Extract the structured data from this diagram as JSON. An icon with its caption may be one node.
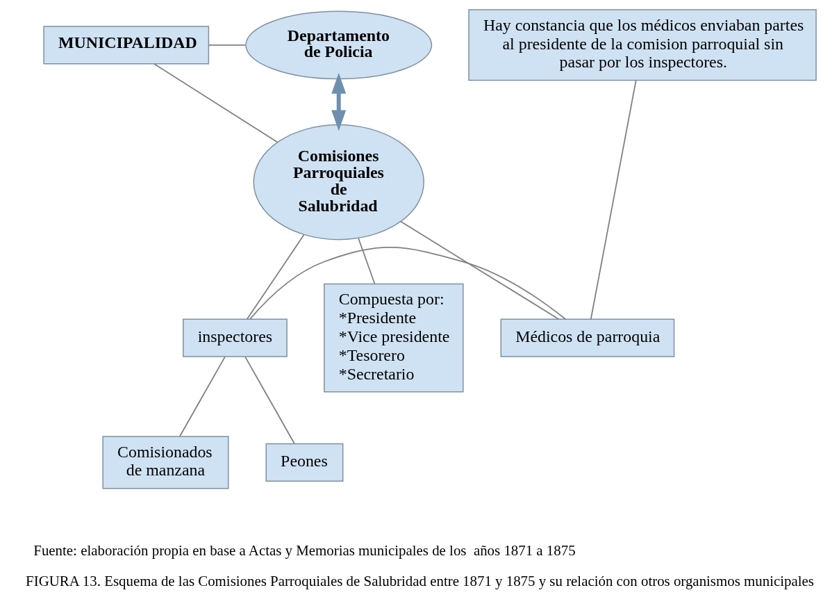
{
  "diagram": {
    "caption": "FIGURA 13. Esquema de las Comisiones Parroquiales de Salubridad entre 1871 y 1875 y su relación con otros organismos municipales",
    "nodes": [
      {
        "text": [
          "MUNICIPALIDAD"
        ]
      },
      {
        "text": [
          "Departamento de Policia"
        ]
      },
      {
        "text": [
          "Hay constancia que los médicos enviaban partes al presidente de la comision parroquial sin pasar por los inspectores."
        ]
      },
      {
        "text": [
          "Comisiones Parroquiales de Salubridad"
        ]
      },
      {
        "text": [
          "Compuesta por:",
          "*Presidente",
          "*Vice presidente",
          "*Tesorero",
          "*Secretario"
        ]
      },
      {
        "text": [
          "Médicos de parroquia"
        ]
      },
      {
        "text": [
          "inspectores"
        ]
      },
      {
        "text": [
          "Comisionados de manzana"
        ]
      },
      {
        "text": [
          "Peones"
        ]
      }
    ],
    "edges": [
      {
        "from": 0,
        "to": 1,
        "arrow": "none"
      },
      {
        "from": 0,
        "to": 3,
        "arrow": "none"
      },
      {
        "from": 1,
        "to": 3,
        "arrow": "both",
        "style": "thick"
      },
      {
        "from": 2,
        "to": 5,
        "arrow": "none"
      },
      {
        "from": 3,
        "to": 5,
        "arrow": "none"
      },
      {
        "from": 3,
        "to": 6,
        "arrow": "none"
      },
      {
        "from": 4,
        "to": 3,
        "arrow": "none"
      },
      {
        "from": 6,
        "to": 5,
        "arrow": "none"
      },
      {
        "from": 6,
        "to": 7,
        "arrow": "none"
      },
      {
        "from": 6,
        "to": 8,
        "arrow": "none"
      }
    ],
    "labels": [
      "Fuente: elaboración propia en base a Actas y Memorias municipales de los  años 1871 a 1875"
    ]
  }
}
